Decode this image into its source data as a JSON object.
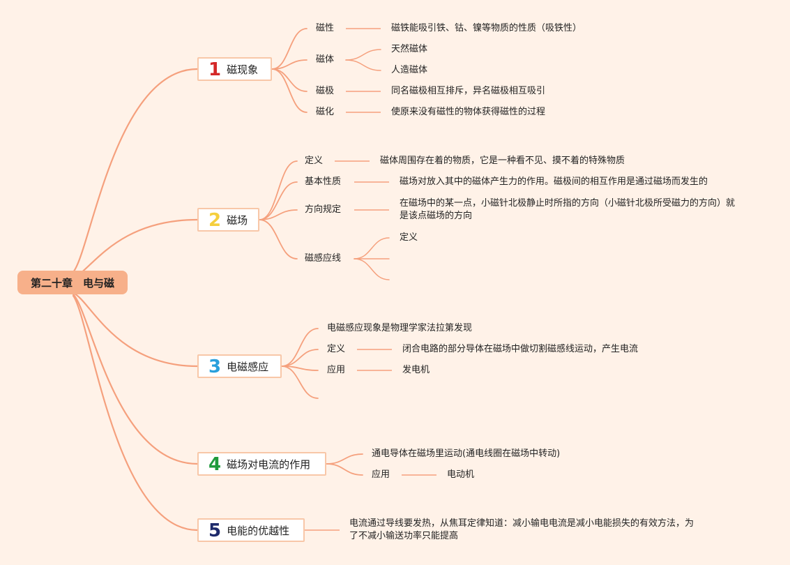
{
  "root": {
    "title": "第二十章　电与磁"
  },
  "colors": {
    "line": "#f5a07d",
    "root_bg": "#f7b08a",
    "page_bg": "#fff2e8"
  },
  "topics": [
    {
      "number": "1",
      "number_color": "#d42828",
      "title": "磁现象",
      "items": [
        {
          "label": "磁性",
          "detail": "磁铁能吸引铁、钴、镍等物质的性质（吸铁性）"
        },
        {
          "label": "磁体",
          "children": [
            "天然磁体",
            "人造磁体"
          ]
        },
        {
          "label": "磁极",
          "detail": "同名磁极相互排斥，异名磁极相互吸引"
        },
        {
          "label": "磁化",
          "detail": "使原来没有磁性的物体获得磁性的过程"
        }
      ]
    },
    {
      "number": "2",
      "number_color": "#f5cf3d",
      "title": "磁场",
      "items": [
        {
          "label": "定义",
          "detail": "磁体周围存在着的物质，它是一种看不见、摸不着的特殊物质"
        },
        {
          "label": "基本性质",
          "detail": "磁场对放入其中的磁体产生力的作用。磁极间的相互作用是通过磁场而发生的"
        },
        {
          "label": "方向规定",
          "detail": "在磁场中的某一点，小磁针北极静止时所指的方向（小磁针北极所受磁力的方向）就是该点磁场的方向"
        },
        {
          "label": "磁感应线",
          "children": [
            "定义",
            "",
            ""
          ]
        }
      ]
    },
    {
      "number": "3",
      "number_color": "#2aa0dc",
      "title": "电磁感应",
      "items": [
        {
          "label": "电磁感应现象是物理学家法拉第发现"
        },
        {
          "label": "定义",
          "detail": "闭合电路的部分导体在磁场中做切割磁感线运动，产生电流"
        },
        {
          "label": "应用",
          "detail": "发电机"
        },
        {
          "label": ""
        }
      ]
    },
    {
      "number": "4",
      "number_color": "#1f9a3c",
      "title": "磁场对电流的作用",
      "items": [
        {
          "label": "通电导体在磁场里运动(通电线圈在磁场中转动)"
        },
        {
          "label": "应用",
          "detail": "电动机"
        }
      ]
    },
    {
      "number": "5",
      "number_color": "#1d2a6b",
      "title": "电能的优越性",
      "items": [
        {
          "label": "电流通过导线要发热，从焦耳定律知道：减小输电电流是减小电能损失的有效方法，为了不减小输送功率只能提高"
        }
      ]
    }
  ]
}
